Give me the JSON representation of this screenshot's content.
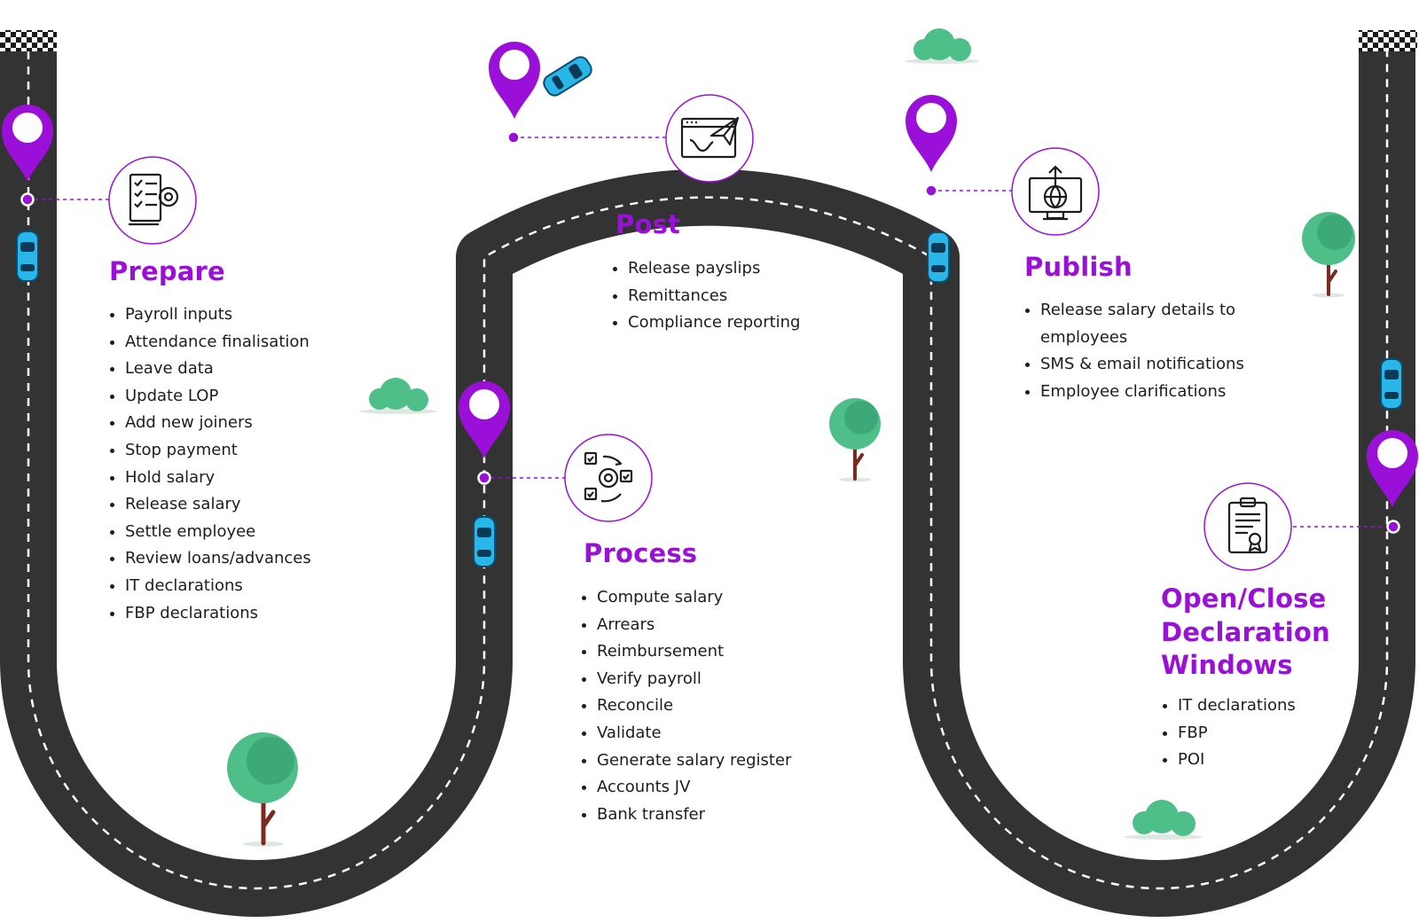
{
  "colors": {
    "road": "#333333",
    "lane": "#ffffff",
    "accent": "#9b10d8",
    "pin": "#9b10d8",
    "car": "#29b6e8",
    "tree": "#4fbf8a",
    "trunk": "#7a2a1e"
  },
  "stages": [
    {
      "id": "prepare",
      "title": "Prepare",
      "icon": "checklist-gear-icon",
      "items": [
        "Payroll inputs",
        "Attendance finalisation",
        "Leave data",
        "Update LOP",
        "Add new joiners",
        "Stop payment",
        "Hold salary",
        "Release salary",
        "Settle employee",
        "Review loans/advances",
        "IT declarations",
        "FBP declarations"
      ]
    },
    {
      "id": "post",
      "title": "Post",
      "icon": "browser-paper-plane-icon",
      "items": [
        "Release payslips",
        "Remittances",
        "Compliance reporting"
      ]
    },
    {
      "id": "process",
      "title": "Process",
      "icon": "cycle-gear-checkbox-icon",
      "items": [
        "Compute salary",
        "Arrears",
        "Reimbursement",
        "Verify payroll",
        "Reconcile",
        "Validate",
        "Generate salary register",
        "Accounts JV",
        "Bank transfer"
      ]
    },
    {
      "id": "publish",
      "title": "Publish",
      "icon": "monitor-globe-upload-icon",
      "items": [
        "Release salary details to employees",
        "SMS & email notifications",
        "Employee clarifications"
      ]
    },
    {
      "id": "declaration",
      "title": "Open/Close Declaration Windows",
      "icon": "clipboard-certificate-icon",
      "items": [
        "IT declarations",
        "FBP",
        "POI"
      ]
    }
  ],
  "decor": {
    "pins": [
      "location-pin-icon",
      "location-pin-icon",
      "location-pin-icon",
      "location-pin-icon",
      "location-pin-icon"
    ],
    "cars": [
      "car-icon",
      "car-icon",
      "car-icon",
      "car-icon",
      "car-icon"
    ],
    "flags": [
      "checkered-flag-icon",
      "checkered-flag-icon"
    ],
    "trees": [
      "tree-icon",
      "tree-icon",
      "tree-icon"
    ],
    "bushes": [
      "bush-icon",
      "bush-icon",
      "bush-icon"
    ]
  }
}
